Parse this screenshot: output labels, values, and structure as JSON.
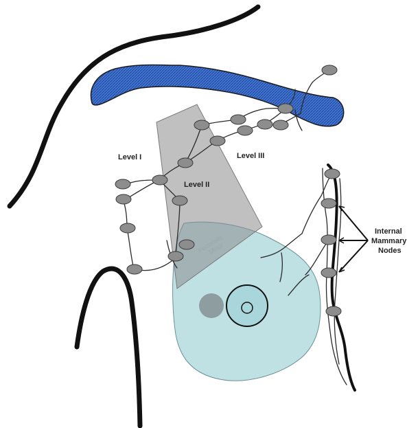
{
  "labels": {
    "level_1": "Level I",
    "level_2": "Level II",
    "level_3": "Level III",
    "internal_mammary": [
      "Internal",
      "Mammary",
      "Nodes"
    ],
    "pectoralis_minor": [
      "Pectoralis",
      "Minor"
    ]
  },
  "colors": {
    "clavicle_fill": "#3a6fcf",
    "breast_fill": "#bfe1e4",
    "pectoralis_fill": "#8c8c8c",
    "node_fill": "#8d8d8d",
    "outline": "#111111"
  }
}
